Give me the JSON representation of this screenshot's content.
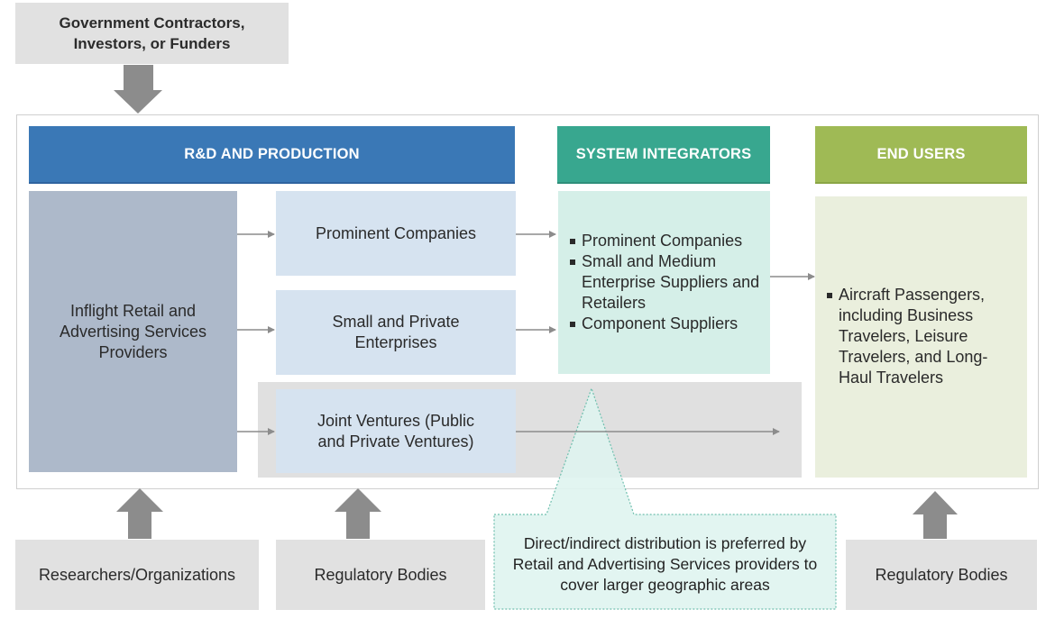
{
  "diagram": {
    "funders_box": "Government Contractors, Investors, or Funders",
    "headers": {
      "rd_production": "R&D AND PRODUCTION",
      "system_integrators": "SYSTEM INTEGRATORS",
      "end_users": "END USERS"
    },
    "providers_box": "Inflight Retail and Advertising Services Providers",
    "rd_boxes": [
      "Prominent Companies",
      "Small and Private Enterprises",
      "Joint Ventures (Public and Private Ventures)"
    ],
    "system_integrators_items": [
      "Prominent Companies",
      "Small and Medium Enterprise Suppliers and Retailers",
      "Component Suppliers"
    ],
    "end_users_items": [
      "Aircraft Passengers, including Business Travelers, Leisure Travelers, and Long-Haul Travelers"
    ],
    "bottom_boxes": {
      "researchers": "Researchers/Organizations",
      "regulatory_left": "Regulatory Bodies",
      "regulatory_right": "Regulatory Bodies"
    },
    "callout": "Direct/indirect distribution is preferred by Retail and Advertising Services providers to cover larger geographic areas",
    "colors": {
      "rd_header": "#3a78b6",
      "si_header": "#38a78f",
      "eu_header": "#9fba55",
      "providers": "#adb9ca",
      "rd_box": "#d6e3f0",
      "si_body": "#d5efe8",
      "eu_body": "#eaefdd",
      "neutral_box": "#e1e1e1",
      "arrow": "#8c8c8c"
    }
  }
}
